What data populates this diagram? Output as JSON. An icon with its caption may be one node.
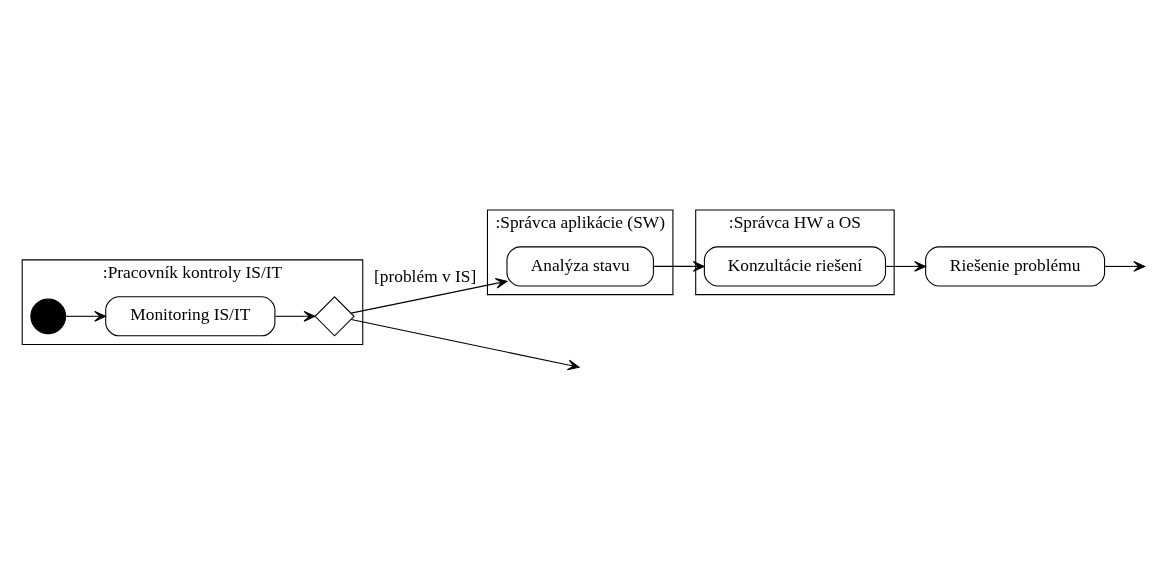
{
  "diagram": {
    "nodes": [
      {
        "text": [
          ":Pracovník kontroly IS/IT"
        ]
      },
      {
        "text": [
          ":Správca aplikácie (SW)"
        ]
      },
      {
        "text": [
          ":Správca HW a OS"
        ]
      },
      {
        "text": [],
        "shape": "circle",
        "in": 0
      },
      {
        "text": [
          "Monitoring IS/IT"
        ],
        "in": 0
      },
      {
        "text": [],
        "shape": "diamond",
        "in": 0
      },
      {
        "text": [
          "Analýza stavu"
        ],
        "in": 1
      },
      {
        "text": [
          "Konzultácie riešení"
        ],
        "in": 2
      },
      {
        "text": [
          "Riešenie problému"
        ]
      }
    ],
    "edges": [
      {
        "from": 3,
        "to": 4,
        "arrow": "to"
      },
      {
        "from": 4,
        "to": 5,
        "arrow": "to"
      },
      {
        "from": 5,
        "to": 6,
        "arrow": "to",
        "label": "[problém v IS]"
      },
      {
        "from": 6,
        "to": 7,
        "arrow": "to"
      },
      {
        "from": 7,
        "to": 8,
        "arrow": "to"
      },
      {
        "from": 5,
        "to": null,
        "arrow": "to"
      },
      {
        "from": 8,
        "to": null,
        "arrow": "to"
      }
    ]
  }
}
